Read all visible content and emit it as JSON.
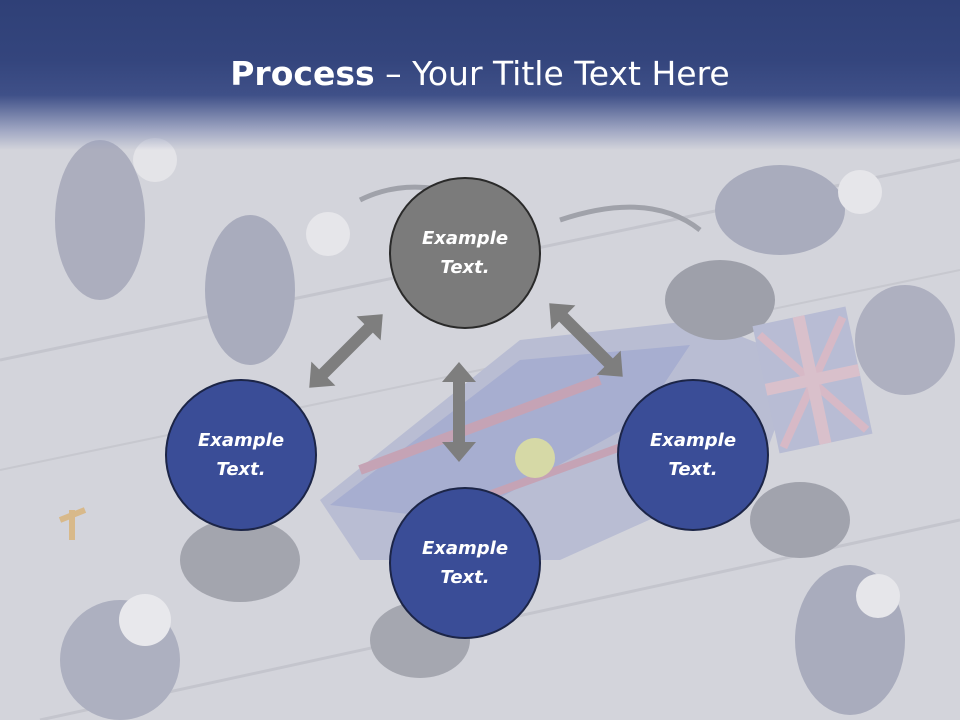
{
  "title": {
    "bold": "Process",
    "rest": " – Your Title Text Here"
  },
  "nodes": {
    "top": {
      "label": "Example\nText."
    },
    "left": {
      "label": "Example\nText."
    },
    "right": {
      "label": "Example\nText."
    },
    "bottom": {
      "label": "Example\nText."
    }
  },
  "colors": {
    "banner": "#34457d",
    "node_blue": "#3a4d97",
    "node_grey": "#7b7b7b",
    "arrow": "#7e7e7e"
  }
}
